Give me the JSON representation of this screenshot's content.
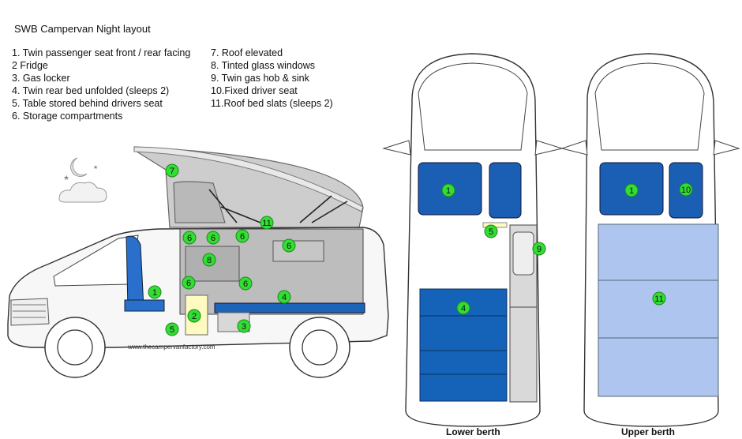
{
  "title": "SWB Campervan Night layout",
  "legend_left": [
    "1. Twin passenger seat front / rear facing",
    "2  Fridge",
    "3. Gas locker",
    "4. Twin rear bed unfolded (sleeps 2)",
    "5. Table stored behind drivers seat",
    "6. Storage compartments"
  ],
  "legend_right": [
    "7. Roof elevated",
    "8. Tinted glass windows",
    "9. Twin gas hob & sink",
    "10.Fixed driver seat",
    "11.Roof bed slats (sleeps 2)"
  ],
  "side_view_markers": [
    "7",
    "11",
    "6",
    "6",
    "6",
    "6",
    "8",
    "6",
    "6",
    "4",
    "1",
    "2",
    "5",
    "3"
  ],
  "lower_berth_markers": [
    "1",
    "5",
    "9",
    "4"
  ],
  "upper_berth_markers": [
    "1",
    "10",
    "11"
  ],
  "watermark": "www.thecampervanfactory.com",
  "labels": {
    "lower": "Lower berth",
    "upper": "Upper berth"
  },
  "colors": {
    "marker": "#33dd33",
    "seat_blue": "#1a5fb4",
    "bed_blue": "#1463b8",
    "roof_slats": "#aec6ef",
    "roof_tent": "#c8c8c8"
  }
}
